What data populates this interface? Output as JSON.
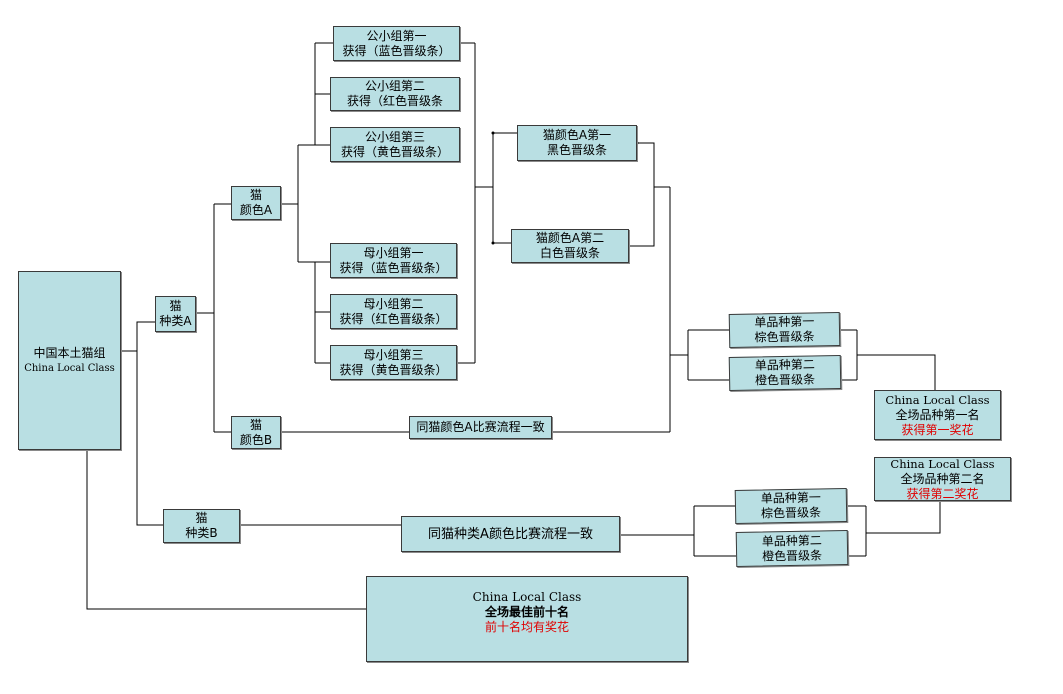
{
  "root": {
    "l1": "中国本土猫组",
    "l2": "China Local Class"
  },
  "typeA": {
    "l1": "猫",
    "l2": "种类A"
  },
  "typeB": {
    "l1": "猫",
    "l2": "种类B"
  },
  "colorA": {
    "l1": "猫",
    "l2": "颜色A"
  },
  "colorB": {
    "l1": "猫",
    "l2": "颜色B"
  },
  "male_groups": [
    {
      "l1": "公小组第一",
      "l2": "获得（蓝色晋级条）"
    },
    {
      "l1": "公小组第二",
      "l2": "获得（红色晋级条"
    },
    {
      "l1": "公小组第三",
      "l2": "获得（黄色晋级条）"
    }
  ],
  "female_groups": [
    {
      "l1": "母小组第一",
      "l2": "获得（蓝色晋级条）"
    },
    {
      "l1": "母小组第二",
      "l2": "获得（红色晋级条）"
    },
    {
      "l1": "母小组第三",
      "l2": "获得（黄色晋级条）"
    }
  ],
  "colorA_first": {
    "l1": "猫颜色A第一",
    "l2": "黑色晋级条"
  },
  "colorA_second": {
    "l1": "猫颜色A第二",
    "l2": "白色晋级条"
  },
  "colorB_note": "同猫颜色A比赛流程一致",
  "typeB_note": "同猫种类A颜色比赛流程一致",
  "breedA_first": {
    "l1": "单品种第一",
    "l2": "棕色晋级条"
  },
  "breedA_second": {
    "l1": "单品种第二",
    "l2": "橙色晋级条"
  },
  "breedB_first": {
    "l1": "单品种第一",
    "l2": "棕色晋级条"
  },
  "breedB_second": {
    "l1": "单品种第二",
    "l2": "橙色晋级条"
  },
  "best1": {
    "l1": "China Local Class",
    "l2": "全场品种第一名",
    "l3": "获得第一奖花"
  },
  "best2": {
    "l1": "China Local Class",
    "l2": "全场品种第二名",
    "l3": "获得第二奖花"
  },
  "top10": {
    "l1": "China Local Class",
    "l2": "全场最佳前十名",
    "l3": "前十名均有奖花"
  },
  "colors": {
    "box_fill": "#b9dfe3",
    "line": "#000000",
    "award_text": "#e00000"
  }
}
